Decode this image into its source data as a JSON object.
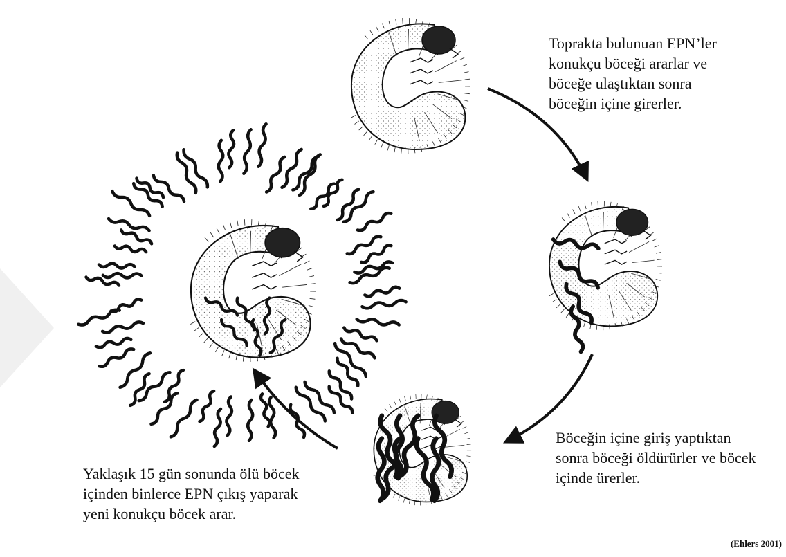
{
  "diagram": {
    "captions": {
      "step1": "Toprakta bulunuan EPN’ler\nkonukçu böceği ararlar ve\nböceğe ulaştıktan sonra\nböceğin içine girerler.",
      "step2": "Böceğin içine giriş yaptıktan\nsonra böceği öldürürler ve böcek\niçinde ürerler.",
      "step3": "Yaklaşık 15 gün sonunda ölü böcek\niçinden binlerce EPN çıkış yaparak\nyeni konukçu böcek arar."
    },
    "citation": "(Ehlers 2001)",
    "stages": [
      {
        "name": "healthy-larva",
        "nematodes_inside": 0,
        "nematodes_emerging": 0
      },
      {
        "name": "infected-larva",
        "nematodes_inside": 4,
        "nematodes_emerging": 0
      },
      {
        "name": "reproducing-larva",
        "nematodes_inside": 8,
        "nematodes_emerging": 0
      },
      {
        "name": "dead-larva-emergence",
        "nematodes_inside": 6,
        "nematodes_emerging": 58
      }
    ],
    "colors": {
      "ink": "#111111",
      "paper": "#ffffff",
      "watermark": "#f0f0f0"
    }
  }
}
